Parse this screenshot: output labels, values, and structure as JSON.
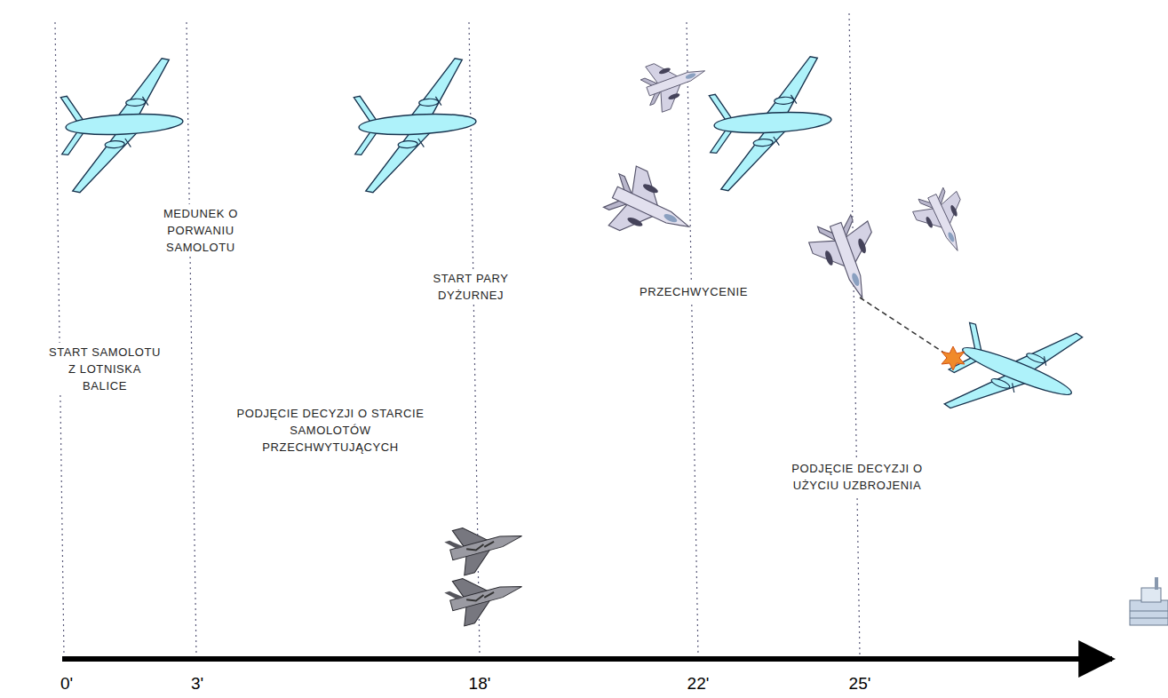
{
  "diagram": {
    "labels": [
      "START SAMOLOTU Z LOTNISKA BALICE",
      "MEDUNEK O PORWANIU SAMOLOTU",
      "START PARY DYŻURNEJ",
      "PRZECHWYCENIE",
      "PODJĘCIE DECYZJI O STARCIE SAMOLOTÓW PRZECHWYTUJĄCYCH",
      "PODJĘCIE DECYZJI O UŻYCIU UZBROJENIA",
      "0'",
      "3'",
      "18'",
      "22'",
      "25'"
    ]
  }
}
